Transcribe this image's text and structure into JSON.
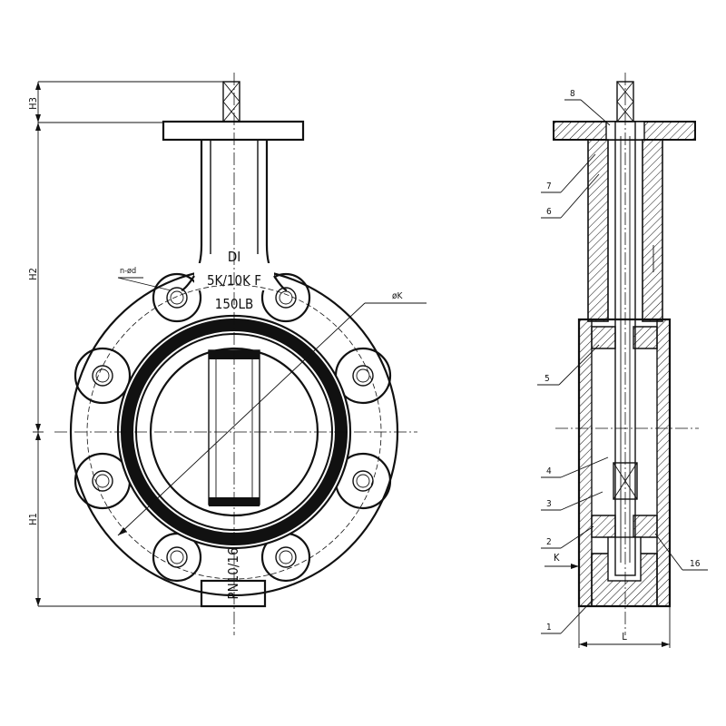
{
  "front_view": {
    "body_marks": [
      "DI",
      "5K/10K  F",
      "150LB",
      "PN10/16"
    ],
    "bolt_label": "n-ød",
    "pcd_label": "øK",
    "dimensions": {
      "h1": "H1",
      "h2": "H2",
      "h3": "H3"
    }
  },
  "side_view": {
    "part_numbers": [
      "1",
      "2",
      "3",
      "4",
      "5",
      "6",
      "7",
      "8",
      "16"
    ],
    "dimension_l": "L",
    "dimension_k": "K"
  },
  "colors": {
    "line": "#111111",
    "background": "#ffffff",
    "hatch": "#111111"
  }
}
